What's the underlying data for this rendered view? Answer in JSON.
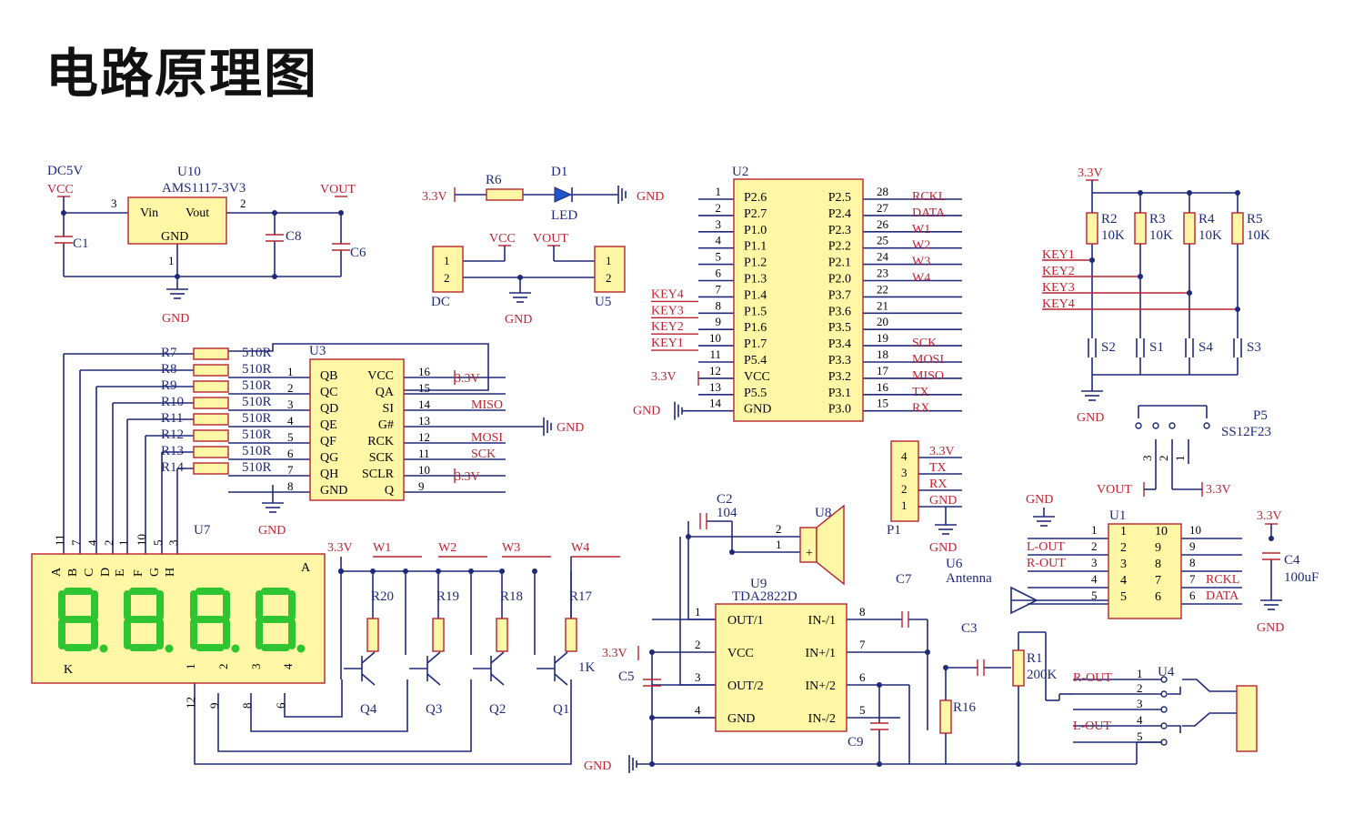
{
  "title": "电路原理图",
  "power": {
    "dc5v": "DC5V",
    "vcc": "VCC",
    "vout": "VOUT",
    "v33": "3.3V",
    "gnd": "GND"
  },
  "u10": {
    "ref": "U10",
    "part": "AMS1117-3V3",
    "vin": "Vin",
    "vout": "Vout",
    "gnd": "GND",
    "p1": "1",
    "p2": "2",
    "p3": "3"
  },
  "caps": {
    "c1": "C1",
    "c8": "C8",
    "c6": "C6",
    "c2": "C2",
    "c2v": "104",
    "c3": "C3",
    "c4": "C4",
    "c4v": "100uF",
    "c5": "C5",
    "c7": "C7",
    "c9": "C9"
  },
  "led": {
    "r6": "R6",
    "d1": "D1",
    "label": "LED"
  },
  "conn": {
    "dc": "DC",
    "u5": "U5",
    "p1": "P1",
    "p5": "P5",
    "p5part": "SS12F23",
    "u6": "U6",
    "antenna": "Antenna",
    "u4": "U4"
  },
  "u2": {
    "ref": "U2",
    "left_pins": [
      {
        "n": "1",
        "name": "P2.6",
        "net": ""
      },
      {
        "n": "2",
        "name": "P2.7",
        "net": ""
      },
      {
        "n": "3",
        "name": "P1.0",
        "net": ""
      },
      {
        "n": "4",
        "name": "P1.1",
        "net": ""
      },
      {
        "n": "5",
        "name": "P1.2",
        "net": ""
      },
      {
        "n": "6",
        "name": "P1.3",
        "net": ""
      },
      {
        "n": "7",
        "name": "P1.4",
        "net": "KEY4"
      },
      {
        "n": "8",
        "name": "P1.5",
        "net": "KEY3"
      },
      {
        "n": "9",
        "name": "P1.6",
        "net": "KEY2"
      },
      {
        "n": "10",
        "name": "P1.7",
        "net": "KEY1"
      },
      {
        "n": "11",
        "name": "P5.4",
        "net": ""
      },
      {
        "n": "12",
        "name": "VCC",
        "net": "3.3V"
      },
      {
        "n": "13",
        "name": "P5.5",
        "net": ""
      },
      {
        "n": "14",
        "name": "GND",
        "net": "GND"
      }
    ],
    "right_pins": [
      {
        "n": "28",
        "name": "P2.5",
        "net": "RCKL"
      },
      {
        "n": "27",
        "name": "P2.4",
        "net": "DATA"
      },
      {
        "n": "26",
        "name": "P2.3",
        "net": "W1"
      },
      {
        "n": "25",
        "name": "P2.2",
        "net": "W2"
      },
      {
        "n": "24",
        "name": "P2.1",
        "net": "W3"
      },
      {
        "n": "23",
        "name": "P2.0",
        "net": "W4"
      },
      {
        "n": "22",
        "name": "P3.7",
        "net": ""
      },
      {
        "n": "21",
        "name": "P3.6",
        "net": ""
      },
      {
        "n": "20",
        "name": "P3.5",
        "net": ""
      },
      {
        "n": "19",
        "name": "P3.4",
        "net": "SCK"
      },
      {
        "n": "18",
        "name": "P3.3",
        "net": "MOSI"
      },
      {
        "n": "17",
        "name": "P3.2",
        "net": "MISO"
      },
      {
        "n": "16",
        "name": "P3.1",
        "net": "TX"
      },
      {
        "n": "15",
        "name": "P3.0",
        "net": "RX"
      }
    ]
  },
  "u3": {
    "ref": "U3",
    "left_pins": [
      {
        "n": "1",
        "name": "QB"
      },
      {
        "n": "2",
        "name": "QC"
      },
      {
        "n": "3",
        "name": "QD"
      },
      {
        "n": "4",
        "name": "QE"
      },
      {
        "n": "5",
        "name": "QF"
      },
      {
        "n": "6",
        "name": "QG"
      },
      {
        "n": "7",
        "name": "QH"
      },
      {
        "n": "8",
        "name": "GND"
      }
    ],
    "right_pins": [
      {
        "n": "16",
        "name": "VCC",
        "net": "3.3V"
      },
      {
        "n": "15",
        "name": "QA",
        "net": ""
      },
      {
        "n": "14",
        "name": "SI",
        "net": "MISO"
      },
      {
        "n": "13",
        "name": "G#",
        "net": "GND"
      },
      {
        "n": "12",
        "name": "RCK",
        "net": "MOSI"
      },
      {
        "n": "11",
        "name": "SCK",
        "net": "SCK"
      },
      {
        "n": "10",
        "name": "SCLR",
        "net": "3.3V"
      },
      {
        "n": "9",
        "name": "Q",
        "net": ""
      }
    ],
    "resistors": [
      {
        "ref": "R7",
        "val": "510R"
      },
      {
        "ref": "R8",
        "val": "510R"
      },
      {
        "ref": "R9",
        "val": "510R"
      },
      {
        "ref": "R10",
        "val": "510R"
      },
      {
        "ref": "R11",
        "val": "510R"
      },
      {
        "ref": "R12",
        "val": "510R"
      },
      {
        "ref": "R13",
        "val": "510R"
      },
      {
        "ref": "R14",
        "val": "510R"
      }
    ]
  },
  "keys": {
    "resistors": [
      {
        "ref": "R2",
        "val": "10K"
      },
      {
        "ref": "R3",
        "val": "10K"
      },
      {
        "ref": "R4",
        "val": "10K"
      },
      {
        "ref": "R5",
        "val": "10K"
      }
    ],
    "nets": [
      "KEY1",
      "KEY2",
      "KEY3",
      "KEY4"
    ],
    "switches": [
      "S2",
      "S1",
      "S4",
      "S3"
    ]
  },
  "p1pins": {
    "nums": [
      "4",
      "3",
      "2",
      "1"
    ],
    "nets": [
      "3.3V",
      "TX",
      "RX",
      "GND"
    ]
  },
  "u7": {
    "ref": "U7",
    "seg_letters": [
      "A",
      "B",
      "C",
      "D",
      "E",
      "F",
      "G",
      "H"
    ],
    "top_pins": [
      "11",
      "7",
      "4",
      "2",
      "1",
      "10",
      "5",
      "3"
    ],
    "bottom_pins": [
      "12",
      "9",
      "8",
      "6"
    ],
    "digit_nums": [
      "1",
      "2",
      "3",
      "4"
    ],
    "a_label": "A",
    "k_label": "K",
    "digits": "8.8.8.8."
  },
  "transistors": {
    "refs": [
      "Q4",
      "Q3",
      "Q2",
      "Q1"
    ],
    "resistors": [
      "R20",
      "R19",
      "R18",
      "R17"
    ],
    "r17val": "1K",
    "nets": [
      "W1",
      "W2",
      "W3",
      "W4"
    ]
  },
  "u9": {
    "ref": "U9",
    "part": "TDA2822D",
    "left": [
      {
        "n": "1",
        "name": "OUT/1"
      },
      {
        "n": "2",
        "name": "VCC"
      },
      {
        "n": "3",
        "name": "OUT/2"
      },
      {
        "n": "4",
        "name": "GND"
      }
    ],
    "right": [
      {
        "n": "8",
        "name": "IN-/1"
      },
      {
        "n": "7",
        "name": "IN+/1"
      },
      {
        "n": "6",
        "name": "IN+/2"
      },
      {
        "n": "5",
        "name": "IN-/2"
      }
    ]
  },
  "u8": {
    "ref": "U8",
    "p2": "2",
    "p1": "1",
    "plus": "+"
  },
  "r1": {
    "ref": "R1",
    "val": "200K"
  },
  "r16": {
    "ref": "R16"
  },
  "u1": {
    "ref": "U1",
    "left": [
      {
        "n": "1",
        "net": ""
      },
      {
        "n": "2",
        "net": "L-OUT"
      },
      {
        "n": "3",
        "net": "R-OUT"
      },
      {
        "n": "4",
        "net": ""
      },
      {
        "n": "5",
        "net": ""
      }
    ],
    "right": [
      {
        "n": "10",
        "net": ""
      },
      {
        "n": "9",
        "net": ""
      },
      {
        "n": "8",
        "net": ""
      },
      {
        "n": "7",
        "net": "RCKL"
      },
      {
        "n": "6",
        "net": "DATA"
      }
    ]
  },
  "u4": {
    "pins": [
      "1",
      "2",
      "3",
      "4",
      "5"
    ],
    "rout": "R-OUT",
    "lout": "L-OUT"
  },
  "p5pins": [
    "3",
    "2",
    "1"
  ]
}
